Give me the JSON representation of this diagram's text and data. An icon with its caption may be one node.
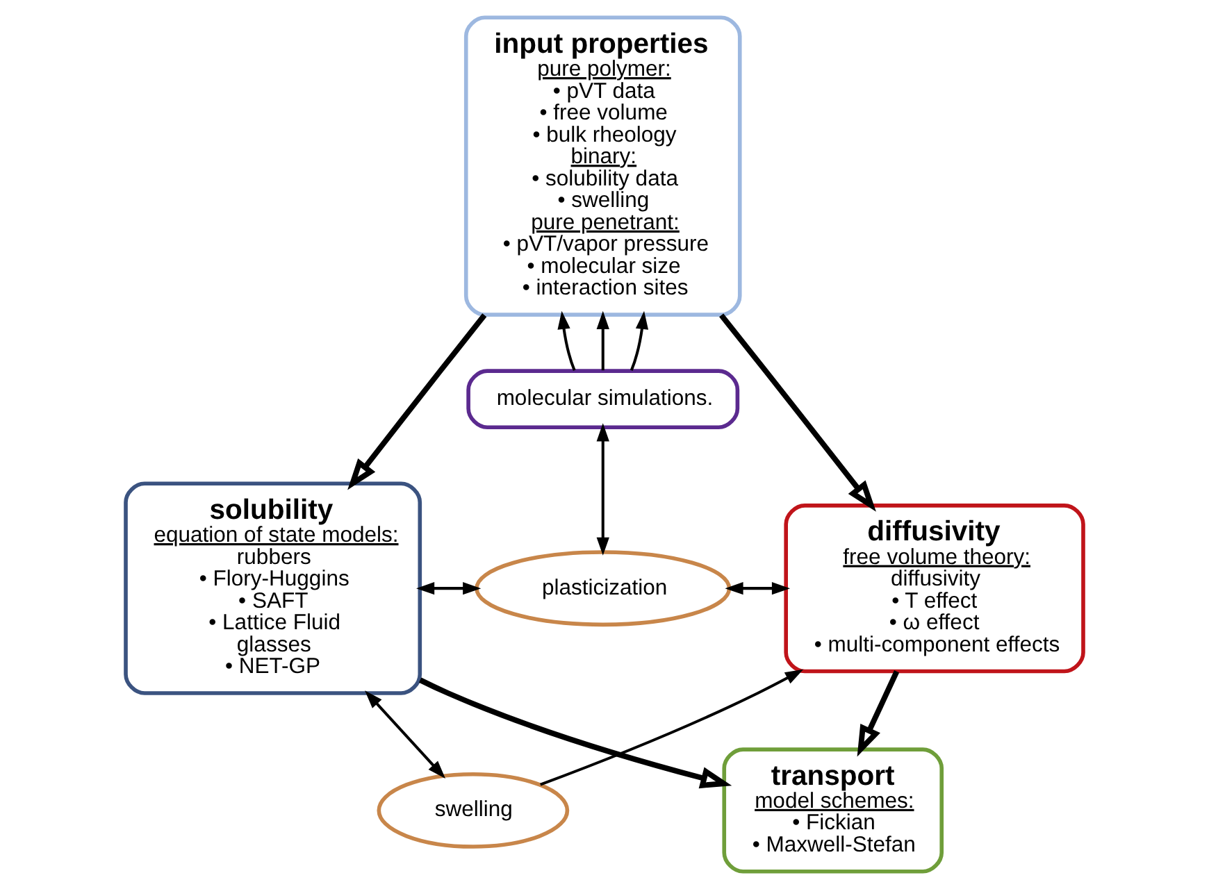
{
  "diagram": {
    "nodes": [
      {
        "text": [
          "input properties",
          "pure polymer:",
          "• pVT data",
          "• free volume",
          "• bulk rheology",
          "binary:",
          "• solubility data",
          "• swelling",
          "pure penetrant:",
          "• pVT/vapor pressure",
          "• molecular size",
          "• interaction sites"
        ]
      },
      {
        "text": [
          "molecular simulations."
        ]
      },
      {
        "text": [
          "solubility",
          "equation of state models:",
          "rubbers",
          "• Flory-Huggins",
          "• SAFT",
          "• Lattice Fluid",
          "glasses",
          "• NET-GP"
        ]
      },
      {
        "text": [
          "plasticization"
        ]
      },
      {
        "text": [
          "swelling"
        ]
      },
      {
        "text": [
          "diffusivity",
          "free volume theory:",
          "diffusivity",
          "• T effect",
          "• ω effect",
          "• multi-component effects"
        ]
      },
      {
        "text": [
          "transport",
          "model schemes:",
          "• Fickian",
          "• Maxwell-Stefan"
        ]
      }
    ],
    "edges": [
      {
        "from": 0,
        "to": 2,
        "arrow": "to",
        "style": "thick"
      },
      {
        "from": 0,
        "to": 5,
        "arrow": "to",
        "style": "thick"
      },
      {
        "from": 1,
        "to": 0,
        "arrow": "to"
      },
      {
        "from": 1,
        "to": 0,
        "arrow": "to"
      },
      {
        "from": 1,
        "to": 0,
        "arrow": "to"
      },
      {
        "from": 1,
        "to": 3,
        "arrow": "both"
      },
      {
        "from": 2,
        "to": 3,
        "arrow": "both"
      },
      {
        "from": 3,
        "to": 5,
        "arrow": "both"
      },
      {
        "from": 2,
        "to": 4,
        "arrow": "both"
      },
      {
        "from": 4,
        "to": 5,
        "arrow": "to"
      },
      {
        "from": 2,
        "to": 6,
        "arrow": "to",
        "style": "thick"
      },
      {
        "from": 5,
        "to": 6,
        "arrow": "to",
        "style": "thick"
      }
    ]
  }
}
